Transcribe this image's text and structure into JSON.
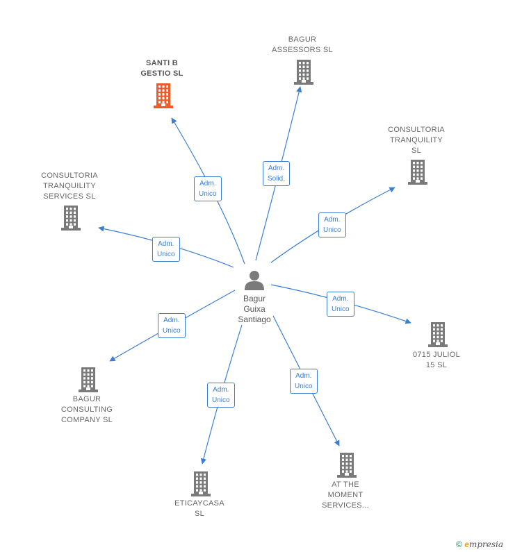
{
  "center": {
    "name_lines": [
      "Bagur",
      "Guixa",
      "Santiago"
    ]
  },
  "companies": [
    {
      "id": "santi",
      "lines": [
        "SANTI B",
        "GESTIO  SL"
      ],
      "highlight": true,
      "role_lines": [
        "Adm.",
        "Unico"
      ]
    },
    {
      "id": "assessors",
      "lines": [
        "BAGUR",
        "ASSESSORS SL"
      ],
      "highlight": false,
      "role_lines": [
        "Adm.",
        "Solid."
      ]
    },
    {
      "id": "tranq-right",
      "lines": [
        "CONSULTORIA",
        "TRANQUILITY",
        "SL"
      ],
      "highlight": false,
      "role_lines": [
        "Adm.",
        "Unico"
      ]
    },
    {
      "id": "tranq-left",
      "lines": [
        "CONSULTORIA",
        "TRANQUILITY",
        "SERVICES  SL"
      ],
      "highlight": false,
      "role_lines": [
        "Adm.",
        "Unico"
      ]
    },
    {
      "id": "juliol",
      "lines": [
        "0715 JULIOL",
        "15  SL"
      ],
      "highlight": false,
      "role_lines": [
        "Adm.",
        "Unico"
      ]
    },
    {
      "id": "consulting",
      "lines": [
        "BAGUR",
        "CONSULTING",
        "COMPANY SL"
      ],
      "highlight": false,
      "role_lines": [
        "Adm.",
        "Unico"
      ]
    },
    {
      "id": "eticaycasa",
      "lines": [
        "ETICAYCASA",
        "SL"
      ],
      "highlight": false,
      "role_lines": [
        "Adm.",
        "Unico"
      ]
    },
    {
      "id": "moment",
      "lines": [
        "AT THE",
        "MOMENT",
        "SERVICES..."
      ],
      "highlight": false,
      "role_lines": [
        "Adm.",
        "Unico"
      ]
    }
  ],
  "footer": {
    "copyright_symbol": "©",
    "brand_initial": "e",
    "brand_rest": "mpresia"
  },
  "colors": {
    "edge": "#3b7fd4",
    "company_icon": "#7a7a7a",
    "highlight_icon": "#f05a28",
    "person_icon": "#7a7a7a"
  }
}
